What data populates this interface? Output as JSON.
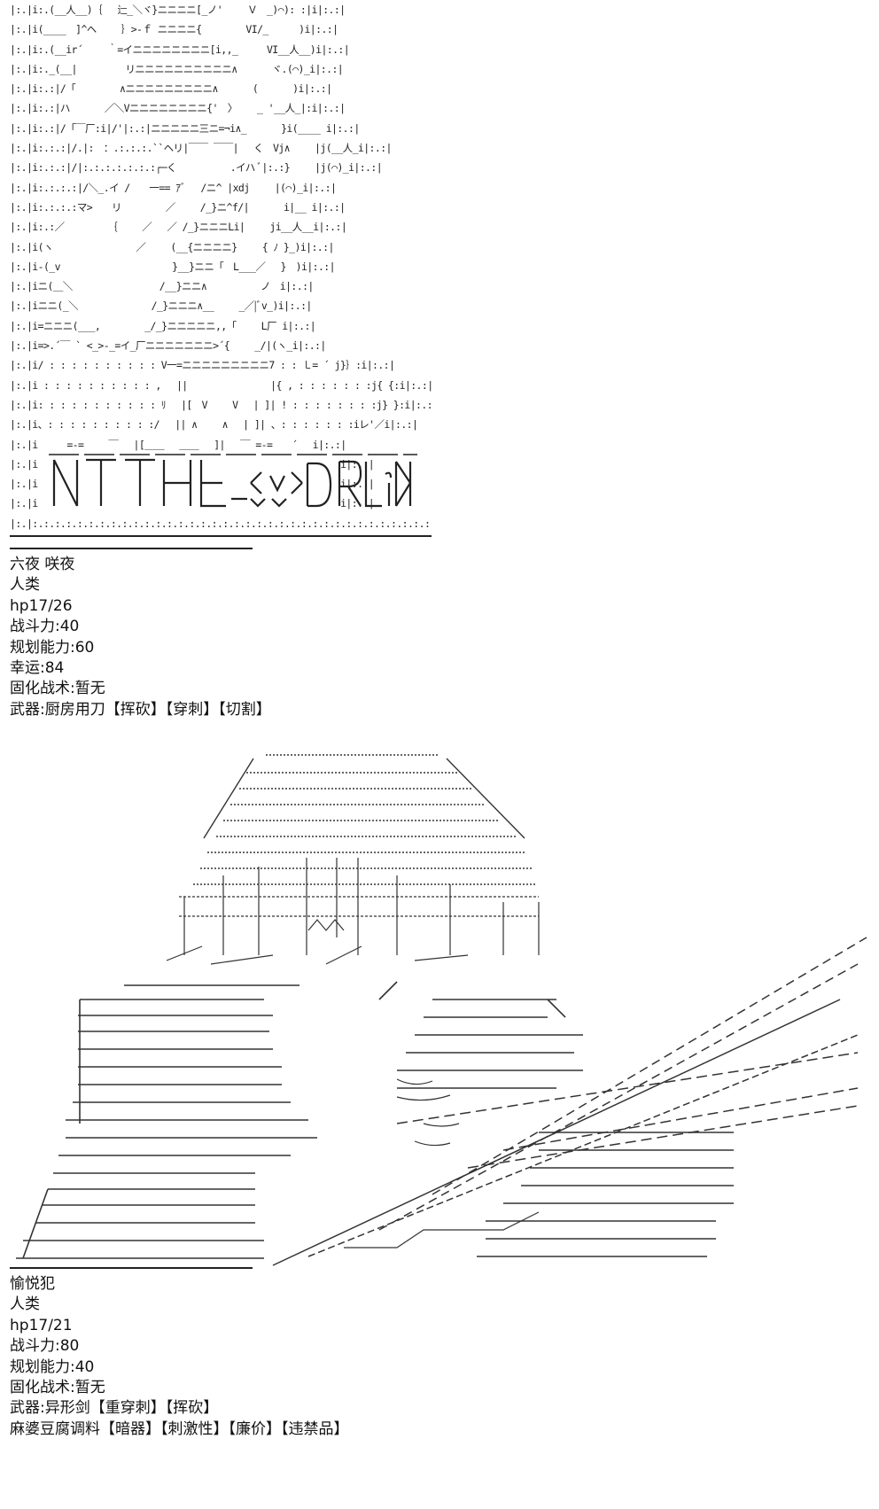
{
  "character1": {
    "name": "六夜 咲夜",
    "race": "人类",
    "hp": "hp17/26",
    "combat": "战斗力:40",
    "planning": "规划能力:60",
    "luck": "幸运:84",
    "tactics": "固化战术:暂无",
    "weapon": "武器:厨房用刀【挥砍】【穿刺】【切割】"
  },
  "character2": {
    "name": "愉悦犯",
    "race": "人类",
    "hp": "hp17/21",
    "combat": "战斗力:80",
    "planning": "规划能力:40",
    "tactics": "固化战术:暂无",
    "weapon": "武器:异形剑【重穿刺】【挥砍】",
    "item": "麻婆豆腐调料【暗器】【刺激性】【廉价】【违禁品】"
  },
  "colors": {
    "ink": "#111111",
    "background": "#ffffff"
  }
}
